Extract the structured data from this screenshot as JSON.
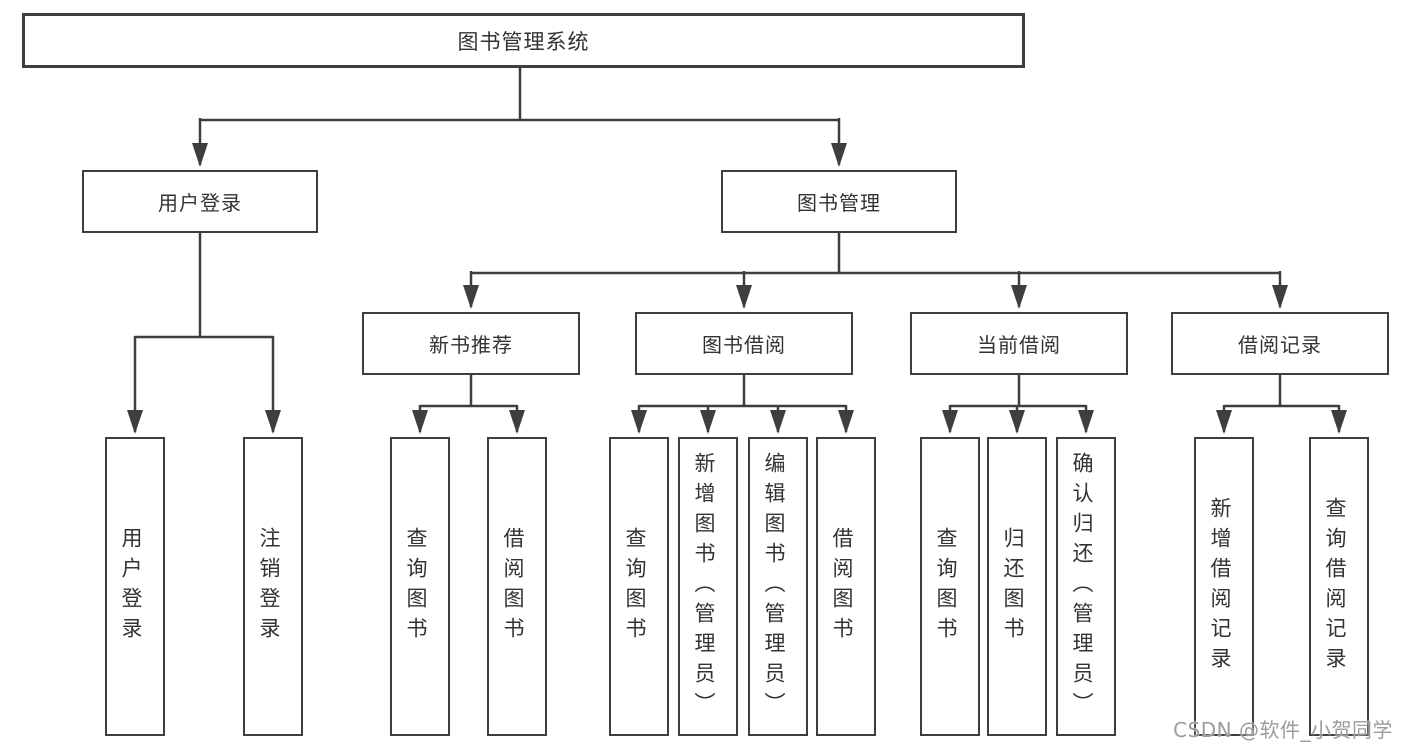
{
  "tree": {
    "root": {
      "label": "图书管理系统"
    },
    "branches": [
      {
        "label": "用户登录",
        "children": [
          {
            "label": "用户登录"
          },
          {
            "label": "注销登录"
          }
        ]
      },
      {
        "label": "图书管理",
        "children": [
          {
            "label": "新书推荐",
            "children": [
              {
                "label": "查询图书"
              },
              {
                "label": "借阅图书"
              }
            ]
          },
          {
            "label": "图书借阅",
            "children": [
              {
                "label": "查询图书"
              },
              {
                "label": "新增图书（管理员）"
              },
              {
                "label": "编辑图书（管理员）"
              },
              {
                "label": "借阅图书"
              }
            ]
          },
          {
            "label": "当前借阅",
            "children": [
              {
                "label": "查询图书"
              },
              {
                "label": "归还图书"
              },
              {
                "label": "确认归还（管理员）"
              }
            ]
          },
          {
            "label": "借阅记录",
            "children": [
              {
                "label": "新增借阅记录"
              },
              {
                "label": "查询借阅记录"
              }
            ]
          }
        ]
      }
    ]
  },
  "watermark": {
    "label": "CSDN @软件_小贺同学"
  },
  "colors": {
    "line": "#3e3e3e",
    "box_border": "#3e3e3e",
    "text": "#333333",
    "watermark": "#9c9c9c",
    "background": "#ffffff"
  }
}
